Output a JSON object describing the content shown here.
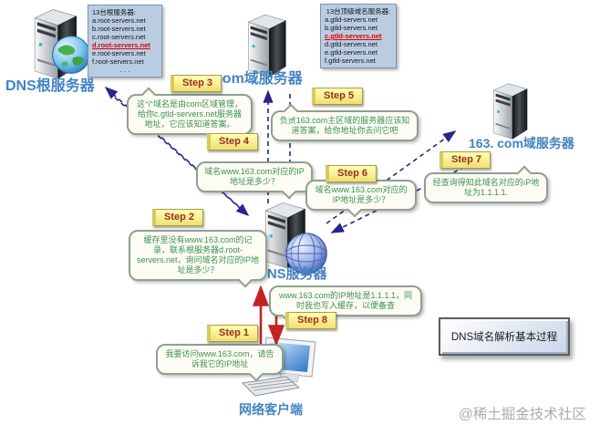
{
  "servers": {
    "root": {
      "label": "DNS根服务器",
      "list_title": "13台根服务器:",
      "items": [
        "a.root-servers.net",
        "b.root-servers.net",
        "c.root-servers.net",
        "d.root-servers.net",
        "e.root-servers.net",
        "f.root-servers.net"
      ],
      "more": ". . .",
      "highlighted": "d.root-servers.net"
    },
    "com": {
      "label": ". com域服务器",
      "list_title": "13台顶级域名服务器:",
      "items": [
        "a.gtld-servers.net",
        "b.gtld-servers.net",
        "c.gtld-servers.net",
        "d.gtld-servers.net",
        "e.gtld-servers.net",
        "f.gtld-servers.net"
      ],
      "highlighted": "c.gtld-servers.net"
    },
    "com163": {
      "label": "163. com域服务器"
    },
    "local_dns": {
      "label": "本地DNS服务器"
    },
    "client": {
      "label": "网络客户端"
    }
  },
  "steps": [
    {
      "tag": "Step 1",
      "bubble": "我要访问www.163.com，请告诉我它的IP地址"
    },
    {
      "tag": "Step 2",
      "bubble": "缓存里没有www.163.com的记录，联系根服务器d.root-servers.net，询问域名对应的IP地址是多少？"
    },
    {
      "tag": "Step 3",
      "bubble": "这个域名是由com区域管理，给你c.gtld-servers.net服务器地址，它应该知道答案。"
    },
    {
      "tag": "Step 4",
      "bubble": "域名www.163.com对应的IP地址是多少？"
    },
    {
      "tag": "Step 5",
      "bubble": "负责163.com主区域的服务器应该知道答案，给你地址你去问它吧"
    },
    {
      "tag": "Step 6",
      "bubble": "域名www.163.com对应的IP地址是多少？"
    },
    {
      "tag": "Step 7",
      "bubble": "经查询得知此域名对应的IP地址为1.1.1.1."
    },
    {
      "tag": "Step 8",
      "bubble": "www.163.com的IP地址是1.1.1.1，同时我也写入缓存，以便备查"
    }
  ],
  "caption": {
    "title": "DNS域名解析基本过程"
  },
  "watermark": "@稀土掘金技术社区",
  "colors": {
    "query_arrow": "#26268c",
    "client_arrow": "#c42222",
    "bubble_text": "#3f9050",
    "server_label": "#4284c4",
    "highlight_item": "#e00000",
    "step_tag_bg": "#f5e98c",
    "list_box_bg": "#b9cce2"
  }
}
